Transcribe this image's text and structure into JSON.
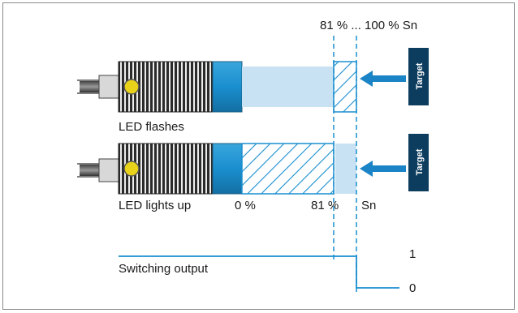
{
  "range_label": "81 % ... 100 % Sn",
  "sensor_top": {
    "status_label": "LED flashes"
  },
  "sensor_bottom": {
    "status_label": "LED lights up"
  },
  "target_label": "Target",
  "scale": {
    "start": "0 %",
    "threshold": "81 %",
    "unit": "Sn"
  },
  "switching_output": {
    "label": "Switching output",
    "high": "1",
    "low": "0"
  },
  "colors": {
    "blue": "#1a8fcf",
    "light_blue": "#c9e2f3",
    "dark_navy": "#0d3d5e",
    "arrow_blue": "#1b84c6",
    "thread_dark": "#333333"
  }
}
